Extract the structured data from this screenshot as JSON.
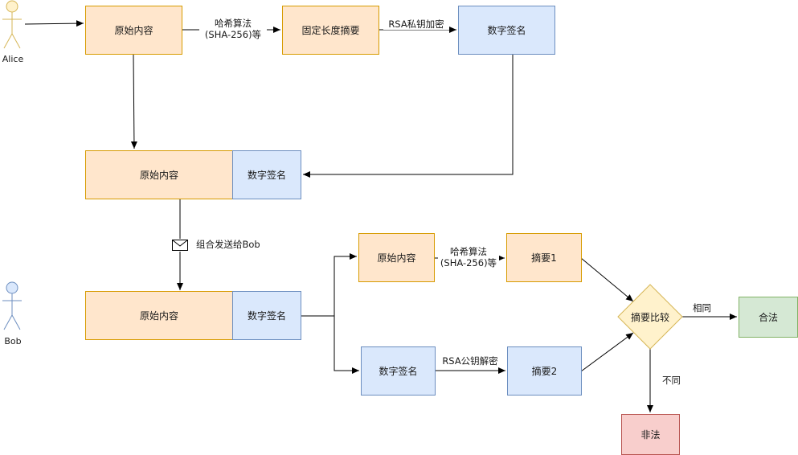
{
  "actors": {
    "alice": {
      "name": "Alice",
      "color": "#d6b656",
      "fill": "#fff2cc"
    },
    "bob": {
      "name": "Bob",
      "color": "#6c8ebf",
      "fill": "#dae8fc"
    }
  },
  "sign_flow": {
    "original": "原始内容",
    "hash_label_line1": "哈希算法",
    "hash_label_line2": "(SHA-256)等",
    "digest": "固定长度摘要",
    "encrypt_label": "RSA私钥加密",
    "signature": "数字签名"
  },
  "bundle": {
    "original": "原始内容",
    "signature": "数字签名"
  },
  "send": {
    "label": "组合发送给Bob",
    "icon": "envelope-icon"
  },
  "received": {
    "original": "原始内容",
    "signature": "数字签名"
  },
  "verify_flow": {
    "original": "原始内容",
    "hash_label_line1": "哈希算法",
    "hash_label_line2": "(SHA-256)等",
    "digest1": "摘要1",
    "signature": "数字签名",
    "decrypt_label": "RSA公钥解密",
    "digest2": "摘要2",
    "compare": "摘要比较",
    "same_label": "相同",
    "different_label": "不同",
    "valid": "合法",
    "invalid": "非法"
  },
  "colors": {
    "orange_fill": "#ffe6cc",
    "orange_stroke": "#d79b00",
    "blue_fill": "#dae8fc",
    "blue_stroke": "#6c8ebf",
    "green_fill": "#d5e8d4",
    "green_stroke": "#82b366",
    "red_fill": "#f8cecc",
    "red_stroke": "#b85450",
    "diamond_fill": "#fff2cc",
    "diamond_stroke": "#d6b656"
  }
}
